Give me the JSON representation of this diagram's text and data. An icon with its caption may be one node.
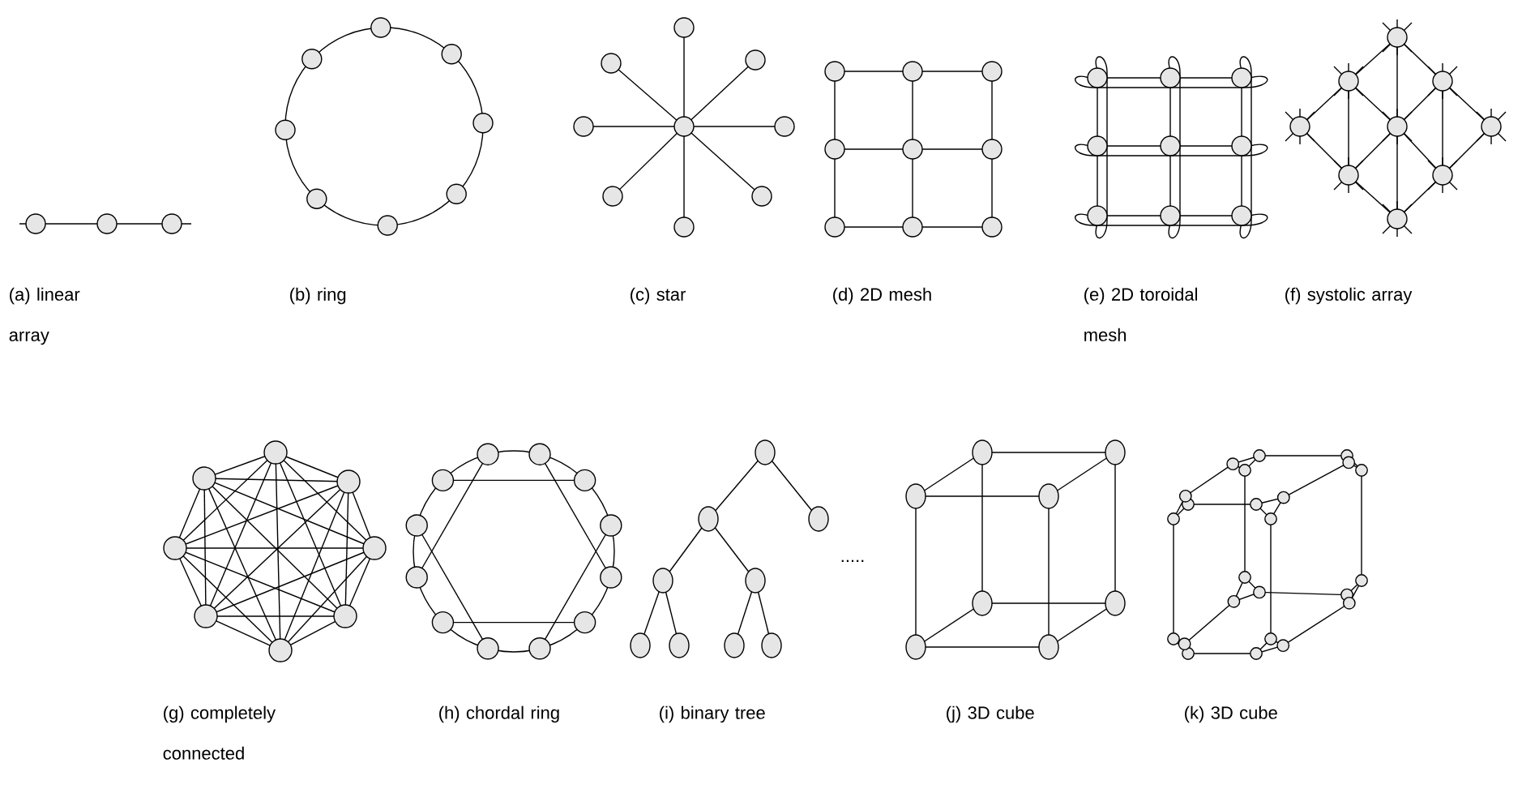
{
  "diagram": {
    "labels": [
      "(a) linear array",
      "(b) ring",
      "(c) star",
      "(d) 2D mesh",
      "(e) 2D toroidal mesh",
      "(f) systolic array",
      "(g) completely connected",
      "(h) chordal ring",
      "(i) binary tree",
      ".....",
      "(j) 3D cube",
      "(k) 3D cube"
    ]
  }
}
